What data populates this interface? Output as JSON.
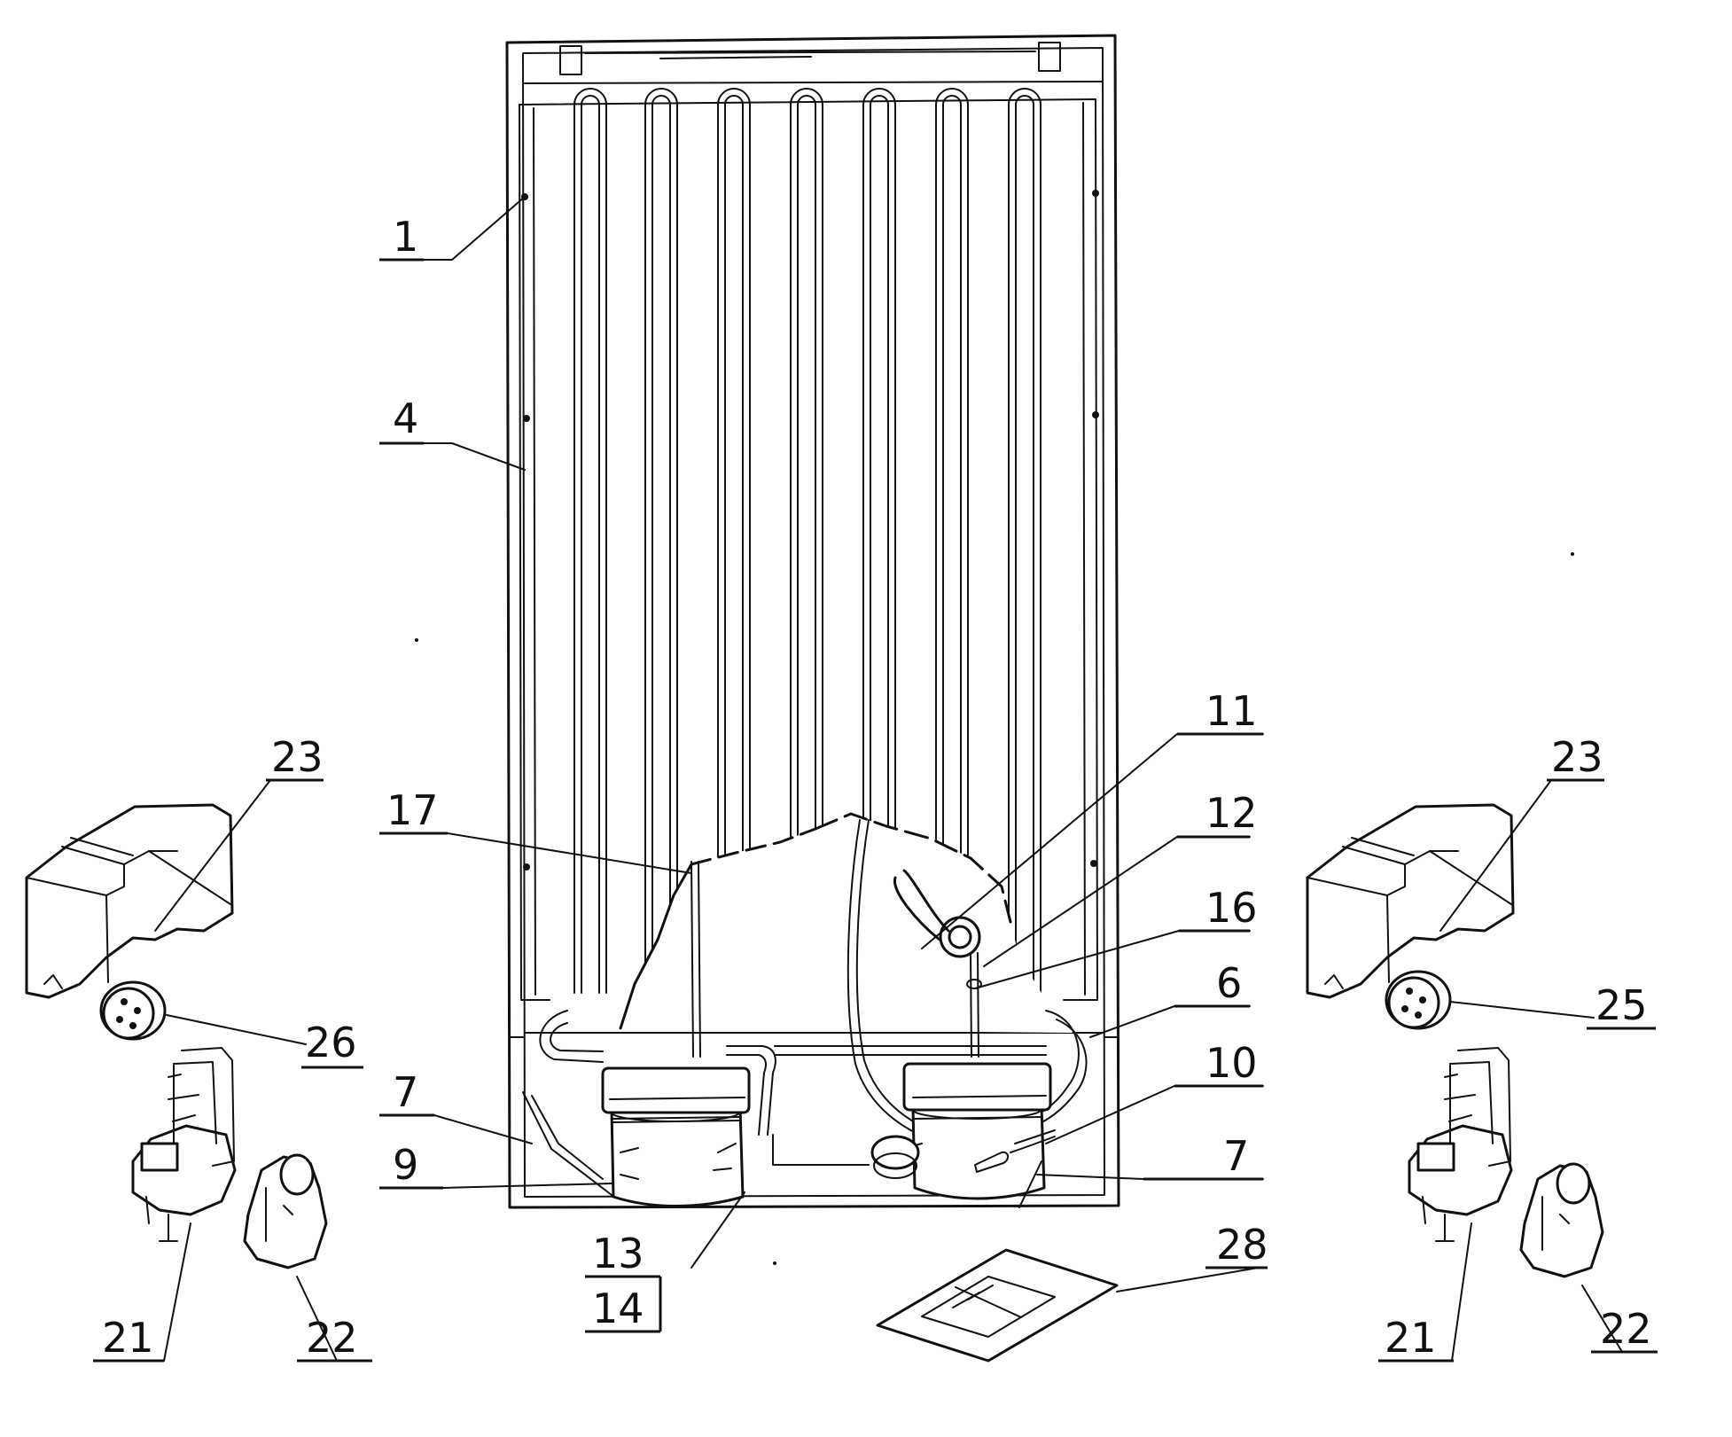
{
  "labels": {
    "l1": "1",
    "l4": "4",
    "l6": "6",
    "l7a": "7",
    "l7b": "7",
    "l9": "9",
    "l10": "10",
    "l11": "11",
    "l12": "12",
    "l13": "13",
    "l14": "14",
    "l16": "16",
    "l17": "17",
    "l21a": "21",
    "l21b": "21",
    "l22a": "22",
    "l22b": "22",
    "l23a": "23",
    "l23b": "23",
    "l25": "25",
    "l26": "26",
    "l28": "28"
  }
}
